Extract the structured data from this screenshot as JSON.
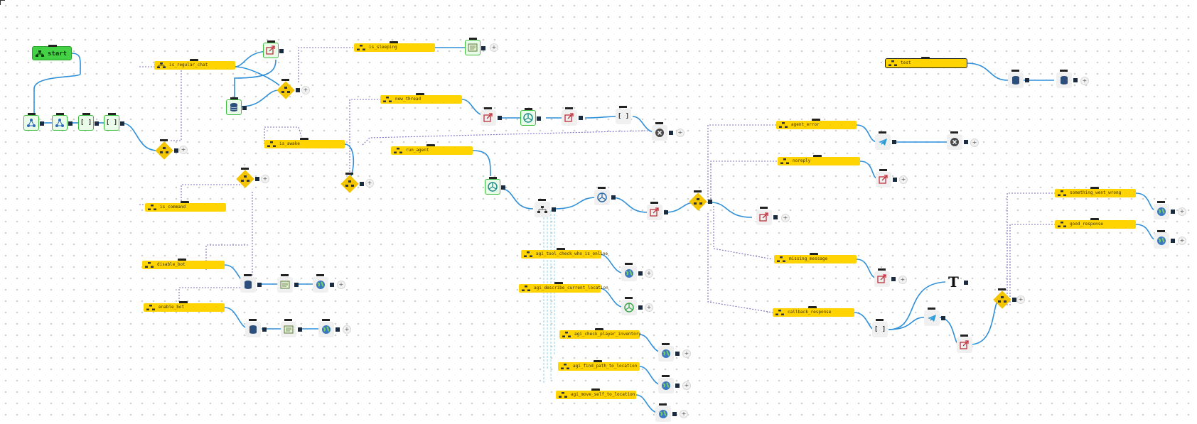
{
  "start_label": "start",
  "labels": {
    "is_regular_chat": "is_regular_chat",
    "is_sleeping": "is_sleeping",
    "new_thread": "new_thread",
    "is_awake": "is_awake",
    "run_agent": "run_agent",
    "is_command": "is_command",
    "disable_bot": "disable_bot",
    "enable_bot": "enable_bot",
    "agi_tool_check_who_is_online": "agi_tool_check_who_is_online",
    "agi_describe_current_location": "agi_describe_current_location",
    "agi_check_player_inventory": "agi_check_player_inventory",
    "agi_find_path_to_location": "agi_find_path_to_location",
    "agi_move_self_to_location": "agi_move_self_to_location",
    "test": "test",
    "agent_error": "agent_error",
    "noreply": "noreply",
    "missing_message": "missing_message",
    "callback_response": "callback_response",
    "something_went_wrong": "something_went_wrong",
    "good_response": "good_response"
  },
  "plus_symbol": "+",
  "bracket_symbol": "[ ]",
  "text_node_symbol": "T",
  "colors": {
    "accent_green": "#45d145",
    "label_yellow": "#ffd400",
    "wire_blue": "#2f8fd8",
    "dotted_purple": "#7c6fbf",
    "background": "#ffffff"
  }
}
